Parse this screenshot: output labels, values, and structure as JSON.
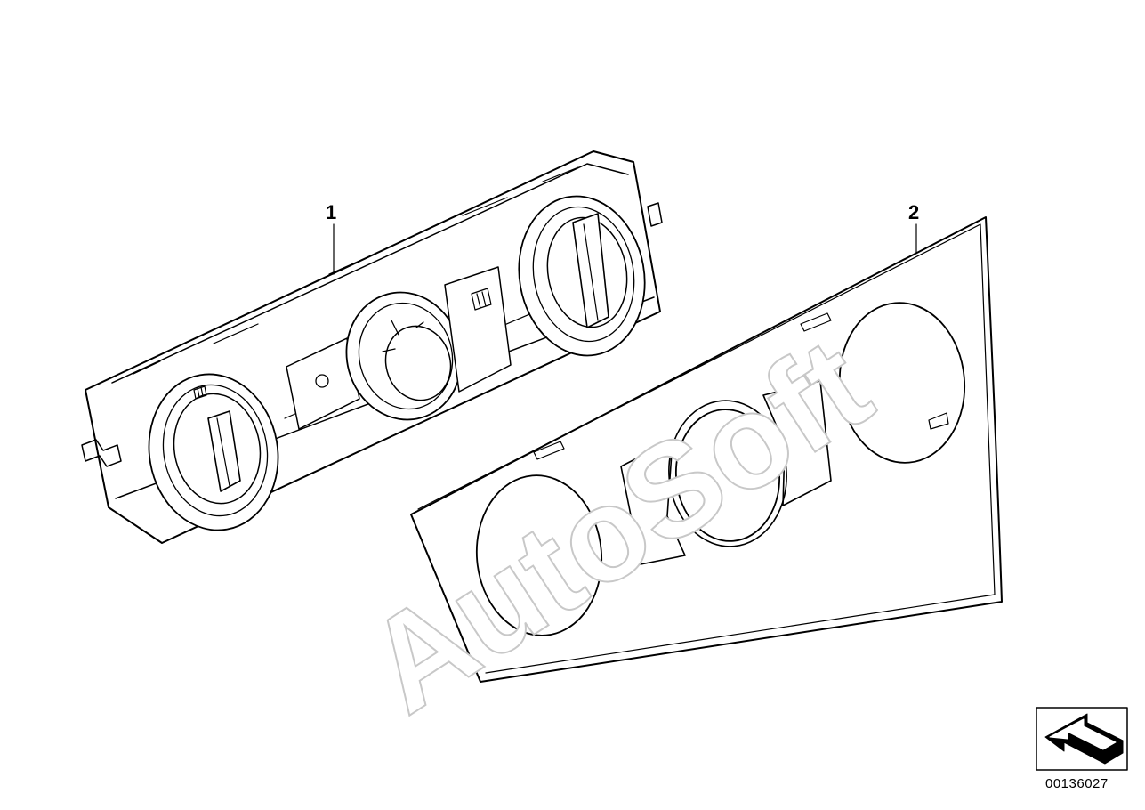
{
  "callouts": [
    {
      "label": "1"
    },
    {
      "label": "2"
    }
  ],
  "watermark": "AutoSoft",
  "diagram_ref": "00136027",
  "icons": {
    "orientation": "arrow-direction-icon"
  }
}
